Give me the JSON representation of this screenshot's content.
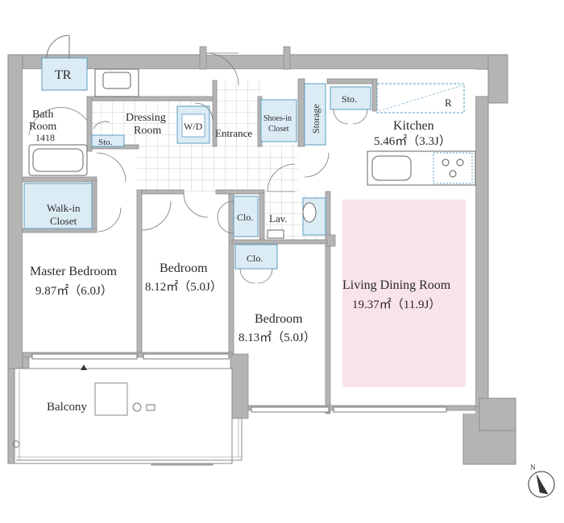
{
  "floorplan": {
    "rooms": {
      "tr": "TR",
      "bath_1": "Bath",
      "bath_2": "Room",
      "bath_3": "1418",
      "sto_bath": "Sto.",
      "dressing_1": "Dressing",
      "dressing_2": "Room",
      "wd": "W/D",
      "entrance": "Entrance",
      "shoes_1": "Shoes-in",
      "shoes_2": "Closet",
      "storage": "Storage",
      "sto_kitchen": "Sto.",
      "refrigerator": "R",
      "kitchen_name": "Kitchen",
      "kitchen_area": "5.46㎡（3.3J）",
      "walkin_1": "Walk-in",
      "walkin_2": "Closet",
      "clo_1": "Clo.",
      "lav": "Lav.",
      "clo_2": "Clo.",
      "master_name": "Master Bedroom",
      "master_area": "9.87㎡（6.0J）",
      "bedroom1_name": "Bedroom",
      "bedroom1_area": "8.12㎡（5.0J）",
      "bedroom2_name": "Bedroom",
      "bedroom2_area": "8.13㎡（5.0J）",
      "ldr_name": "Living Dining Room",
      "ldr_area": "19.37㎡（11.9J）",
      "balcony": "Balcony"
    },
    "compass": {
      "north": "N"
    },
    "colors": {
      "wall": "#b4b4b4",
      "wall_line": "#8c8c8c",
      "fixture": "#dcecf5",
      "fixture_stroke": "#5a9cc0",
      "ldr_highlight": "#f8e2ec",
      "tile": "#d2d2d2",
      "balcony": "#ffffff"
    }
  }
}
